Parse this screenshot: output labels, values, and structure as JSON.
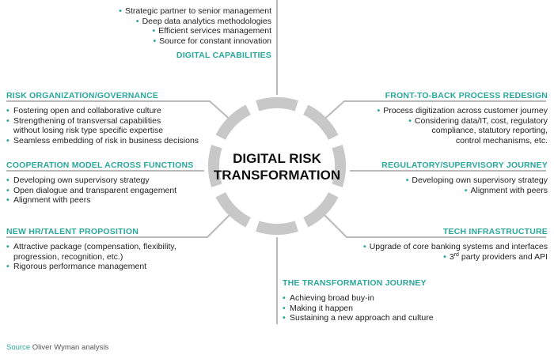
{
  "center": {
    "line1": "DIGITAL RISK",
    "line2": "TRANSFORMATION"
  },
  "bullet": "•",
  "sections": {
    "digital_capabilities": {
      "title": "DIGITAL CAPABILITIES",
      "items": [
        "Strategic partner to senior management",
        "Deep data analytics methodologies",
        "Efficient services management",
        "Source for constant innovation"
      ]
    },
    "risk_organization": {
      "title": "RISK ORGANIZATION/GOVERNANCE",
      "items": [
        "Fostering open and collaborative culture",
        "Strengthening of transversal capabilities",
        "without losing risk type specific expertise",
        "Seamless embedding of risk in business decisions"
      ]
    },
    "front_to_back": {
      "title": "FRONT-TO-BACK PROCESS REDESIGN",
      "items": [
        "Process digitization across customer journey",
        "Considering data/IT, cost, regulatory",
        "compliance, statutory reporting,",
        "control mechanisms, etc."
      ]
    },
    "cooperation_model": {
      "title": "COOPERATION MODEL ACROSS FUNCTIONS",
      "items": [
        "Developing own supervisory strategy",
        "Open dialogue and transparent engagement",
        "Alignment with peers"
      ]
    },
    "regulatory_journey": {
      "title": "REGULATORY/SUPERVISORY JOURNEY",
      "items": [
        "Developing own supervisory strategy",
        "Alignment with peers"
      ]
    },
    "hr_talent": {
      "title": "NEW HR/TALENT PROPOSITION",
      "items": [
        "Attractive package (compensation, flexibility,",
        "progression, recognition, etc.)",
        "Rigorous performance management"
      ]
    },
    "tech_infrastructure": {
      "title": "TECH INFRASTRUCTURE",
      "items": [
        "Upgrade of core banking systems and interfaces",
        "3",
        "rd",
        " party providers and API"
      ]
    },
    "transformation_journey": {
      "title": "THE TRANSFORMATION JOURNEY",
      "items": [
        "Achieving broad buy-in",
        "Making it happen",
        "Sustaining a new approach and culture"
      ]
    }
  },
  "source": {
    "label": "Source",
    "text": "Oliver Wyman analysis"
  },
  "colors": {
    "accent": "#2aa79b",
    "ring": "#c8c8c8",
    "connector": "#b5b5b5"
  }
}
